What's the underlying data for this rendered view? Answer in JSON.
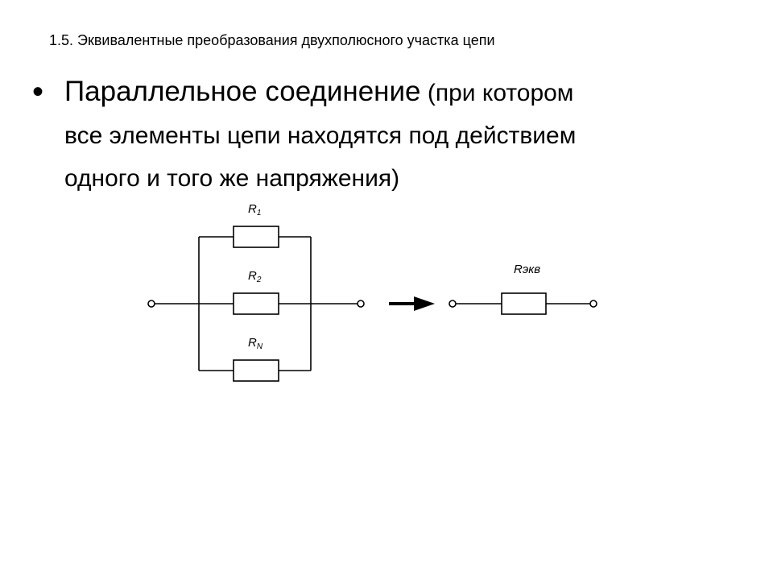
{
  "header": {
    "title": "1.5. Эквивалентные преобразования двухполюсного участка цепи"
  },
  "bullet": {
    "main": "Параллельное соединение",
    "rest_line1": " (при котором",
    "rest_line2": "все элементы цепи находятся под действием",
    "rest_line3": "одного и того же напряжения)"
  },
  "diagram": {
    "labels": {
      "r1_main": "R",
      "r1_sub": "1",
      "r2_main": "R",
      "r2_sub": "2",
      "rn_main": "R",
      "rn_sub": "N",
      "req": "Rэкв"
    },
    "colors": {
      "line": "#000000",
      "background": "#ffffff"
    }
  }
}
